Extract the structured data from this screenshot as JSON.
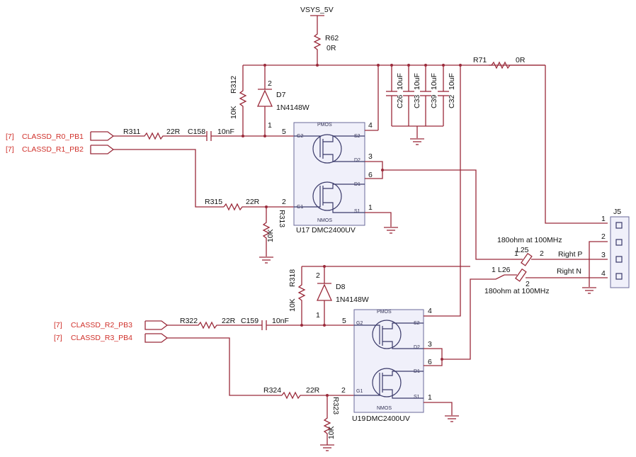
{
  "power": {
    "vsys": "VSYS_5V"
  },
  "nets": {
    "sheet_ref": "[7]",
    "classd_r0": "CLASSD_R0_PB1",
    "classd_r1": "CLASSD_R1_PB2",
    "classd_r2": "CLASSD_R2_PB3",
    "classd_r3": "CLASSD_R3_PB4",
    "right_p": "Right P",
    "right_n": "Right N"
  },
  "resistors": {
    "r62": {
      "ref": "R62",
      "value": "0R"
    },
    "r71": {
      "ref": "R71",
      "value": "0R"
    },
    "r312": {
      "ref": "R312",
      "value": "10K"
    },
    "r311": {
      "ref": "R311",
      "value": "22R"
    },
    "r315": {
      "ref": "R315",
      "value": "22R"
    },
    "r313": {
      "ref": "R313",
      "value": "10K"
    },
    "r318": {
      "ref": "R318",
      "value": "10K"
    },
    "r322": {
      "ref": "R322",
      "value": "22R"
    },
    "r324": {
      "ref": "R324",
      "value": "22R"
    },
    "r323": {
      "ref": "R323",
      "value": "10K"
    }
  },
  "capacitors": {
    "c158": {
      "ref": "C158",
      "value": "10nF"
    },
    "c159": {
      "ref": "C159",
      "value": "10nF"
    },
    "c26": {
      "ref": "C26",
      "value": "10uF"
    },
    "c33": {
      "ref": "C33",
      "value": "10uF"
    },
    "c39": {
      "ref": "C39",
      "value": "10uF"
    },
    "c32": {
      "ref": "C32",
      "value": "10uF"
    }
  },
  "diodes": {
    "d7": {
      "ref": "D7",
      "value": "1N4148W"
    },
    "d8": {
      "ref": "D8",
      "value": "1N4148W"
    }
  },
  "inductors": {
    "l25": {
      "ref": "L25",
      "value": "180ohm at 100MHz"
    },
    "l26": {
      "ref": "L26",
      "value": "180ohm at 100MHz"
    }
  },
  "ics": {
    "u17": {
      "ref": "U17",
      "value": "DMC2400UV",
      "p_label": "PMOS",
      "n_label": "NMOS"
    },
    "u19": {
      "ref": "U19",
      "value": "DMC2400UV",
      "p_label": "PMOS",
      "n_label": "NMOS"
    }
  },
  "ic_pin_labels": {
    "g2": "G2",
    "s2": "S2",
    "d2": "D2",
    "d1": "D1",
    "g1": "G1",
    "s1": "S1"
  },
  "connector": {
    "ref": "J5"
  },
  "pin_numbers": {
    "p1": "1",
    "p2": "2",
    "p3": "3",
    "p4": "4",
    "p5": "5",
    "p6": "6"
  }
}
